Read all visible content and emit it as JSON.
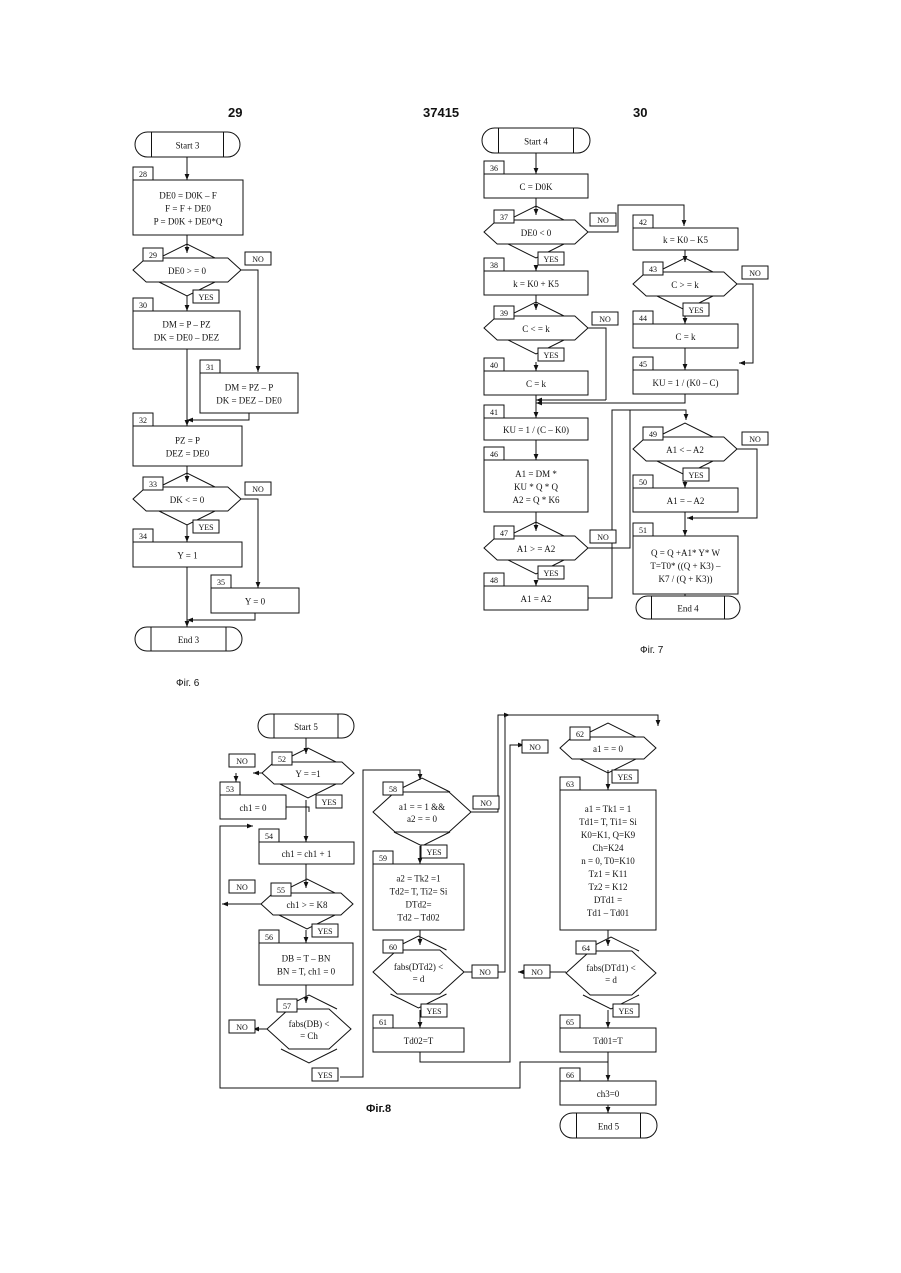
{
  "header": {
    "page_left": "29",
    "patent_number": "37415",
    "page_right": "30"
  },
  "fig6": {
    "caption": "Фіг. 6",
    "start": "Start 3",
    "end": "End 3",
    "b28": {
      "num": "28",
      "lines": [
        "DE0 = D0K – F",
        "F = F + DE0",
        "P = D0K + DE0*Q"
      ]
    },
    "b29": {
      "num": "29",
      "text": "DE0 > = 0",
      "yes": "YES",
      "no": "NO"
    },
    "b30": {
      "num": "30",
      "lines": [
        "DM = P – PZ",
        "DK = DE0 – DEZ"
      ]
    },
    "b31": {
      "num": "31",
      "lines": [
        "DM = PZ – P",
        "DK = DEZ – DE0"
      ]
    },
    "b32": {
      "num": "32",
      "lines": [
        "PZ = P",
        "DEZ = DE0"
      ]
    },
    "b33": {
      "num": "33",
      "text": "DK < = 0",
      "yes": "YES",
      "no": "NO"
    },
    "b34": {
      "num": "34",
      "text": "Y = 1"
    },
    "b35": {
      "num": "35",
      "text": "Y = 0"
    }
  },
  "fig7": {
    "caption": "Фіг. 7",
    "start": "Start 4",
    "end": "End 4",
    "b36": {
      "num": "36",
      "text": "C = D0K"
    },
    "b37": {
      "num": "37",
      "text": "DE0 < 0",
      "yes": "YES",
      "no": "NO"
    },
    "b38": {
      "num": "38",
      "text": "k = K0 + K5"
    },
    "b39": {
      "num": "39",
      "text": "C < = k",
      "yes": "YES",
      "no": "NO"
    },
    "b40": {
      "num": "40",
      "text": "C = k"
    },
    "b41": {
      "num": "41",
      "text": "KU = 1 / (C – K0)"
    },
    "b42": {
      "num": "42",
      "text": "k = K0 – K5"
    },
    "b43": {
      "num": "43",
      "text": "C > = k",
      "yes": "YES",
      "no": "NO"
    },
    "b44": {
      "num": "44",
      "text": "C = k"
    },
    "b45": {
      "num": "45",
      "text": "KU = 1 / (K0 – C)"
    },
    "b46": {
      "num": "46",
      "lines": [
        "A1 = DM *",
        "KU * Q * Q",
        "A2 = Q * K6"
      ]
    },
    "b47": {
      "num": "47",
      "text": "A1 > = A2",
      "yes": "YES",
      "no": "NO"
    },
    "b48": {
      "num": "48",
      "text": "A1 = A2"
    },
    "b49": {
      "num": "49",
      "text": "A1 < – A2",
      "yes": "YES",
      "no": "NO"
    },
    "b50": {
      "num": "50",
      "text": "A1 = – A2"
    },
    "b51": {
      "num": "51",
      "lines": [
        "Q = Q +A1* Y* W",
        "T=T0* ((Q + K3) –",
        "K7 / (Q + K3))"
      ]
    }
  },
  "fig8": {
    "caption": "Фіг.8",
    "start": "Start 5",
    "end": "End 5",
    "b52": {
      "num": "52",
      "text": "Y = =1",
      "yes": "YES",
      "no": "NO"
    },
    "b53": {
      "num": "53",
      "text": "ch1 = 0"
    },
    "b54": {
      "num": "54",
      "text": "ch1 = ch1 + 1"
    },
    "b55": {
      "num": "55",
      "text": "ch1 > = K8",
      "yes": "YES",
      "no": "NO"
    },
    "b56": {
      "num": "56",
      "lines": [
        "DB = T – BN",
        "BN = T, ch1 = 0"
      ]
    },
    "b57": {
      "num": "57",
      "lines": [
        "fabs(DB) <",
        "= Ch"
      ],
      "yes": "YES",
      "no": "NO"
    },
    "b58": {
      "num": "58",
      "lines": [
        "a1 = = 1 &&",
        "a2 = = 0"
      ],
      "yes": "YES",
      "no": "NO"
    },
    "b59": {
      "num": "59",
      "lines": [
        "a2 = Tk2 =1",
        "Td2= T, Ti2= Si",
        "DTd2=",
        "Td2 – Td02"
      ]
    },
    "b60": {
      "num": "60",
      "lines": [
        "fabs(DTd2) <",
        "= d"
      ],
      "yes": "YES",
      "no": "NO"
    },
    "b61": {
      "num": "61",
      "text": "Td02=T"
    },
    "b62": {
      "num": "62",
      "text": "a1 = = 0",
      "yes": "YES",
      "no": "NO"
    },
    "b63": {
      "num": "63",
      "lines": [
        "a1 = Tk1 = 1",
        "Td1= T, Ti1= Si",
        "K0=K1, Q=K9",
        "Ch=K24",
        "n = 0, T0=K10",
        "Tz1 = K11",
        "Tz2 = K12",
        "DTd1 =",
        "Td1 – Td01"
      ]
    },
    "b64": {
      "num": "64",
      "lines": [
        "fabs(DTd1) <",
        "= d"
      ],
      "yes": "YES",
      "no": "NO"
    },
    "b65": {
      "num": "65",
      "text": "Td01=T"
    },
    "b66": {
      "num": "66",
      "text": "ch3=0"
    }
  }
}
